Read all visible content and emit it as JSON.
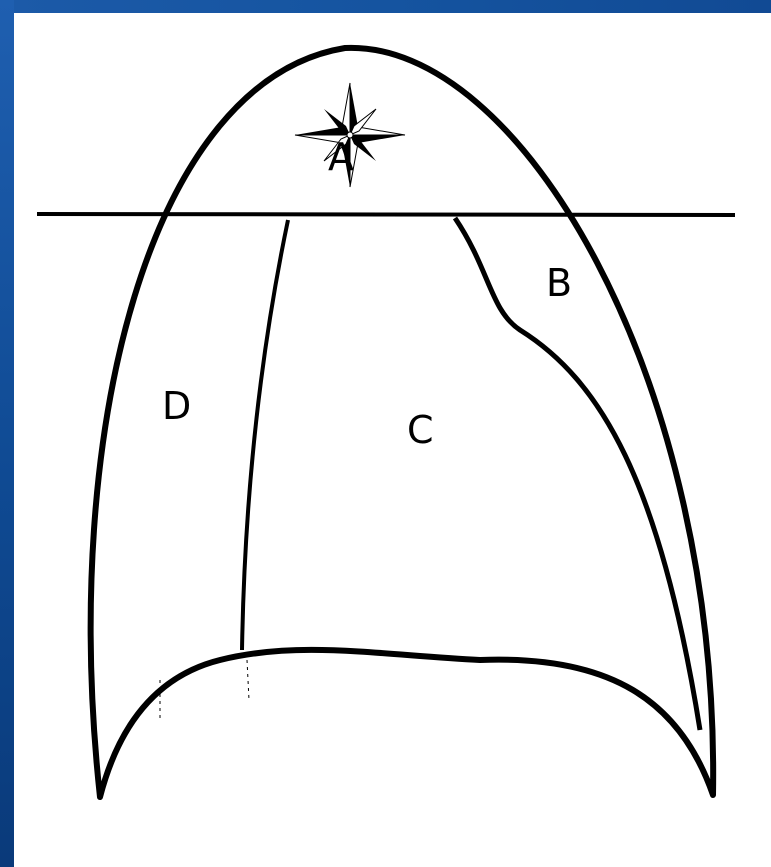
{
  "labels": {
    "a": "A",
    "b": "B",
    "c": "C",
    "d": "D"
  },
  "colors": {
    "border": "#1554a0",
    "stroke": "#000000",
    "background": "#ffffff"
  },
  "icons": {
    "compass": "compass-rose-icon"
  }
}
